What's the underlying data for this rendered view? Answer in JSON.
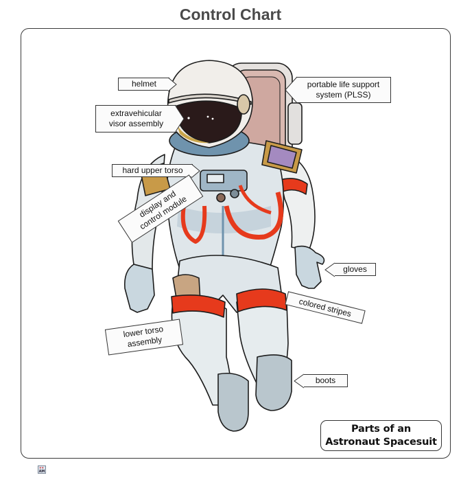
{
  "header": {
    "title": "Control Chart"
  },
  "diagram": {
    "subject": "astronaut spacesuit illustration",
    "labels": [
      {
        "id": "helmet",
        "text": "helmet"
      },
      {
        "id": "ev-visor",
        "line1": "extravehicular",
        "line2": "visor assembly"
      },
      {
        "id": "plss",
        "line1": "portable life support",
        "line2": "system (PLSS)"
      },
      {
        "id": "hut",
        "text": "hard upper torso"
      },
      {
        "id": "dcm",
        "line1": "display and",
        "line2": "control module"
      },
      {
        "id": "gloves",
        "text": "gloves"
      },
      {
        "id": "stripes",
        "text": "colored stripes"
      },
      {
        "id": "lta",
        "line1": "lower torso",
        "line2": "assembly"
      },
      {
        "id": "boots",
        "text": "boots"
      }
    ],
    "caption": {
      "line1": "Parts of an",
      "line2": "Astronaut Spacesuit"
    }
  },
  "footer": {
    "logo": "AM"
  },
  "colors": {
    "suit_white": "#eef0f0",
    "suit_shadow": "#9fb6c6",
    "suit_blue": "#6f93ad",
    "stripe_red": "#e63a1c",
    "visor_dark": "#2a1a1a",
    "visor_gold": "#c9a54a",
    "plss_pink": "#d9b8b0",
    "patch_gold": "#c89a48",
    "patch_purple": "#a48ac0",
    "outline": "#1c1c1c"
  }
}
